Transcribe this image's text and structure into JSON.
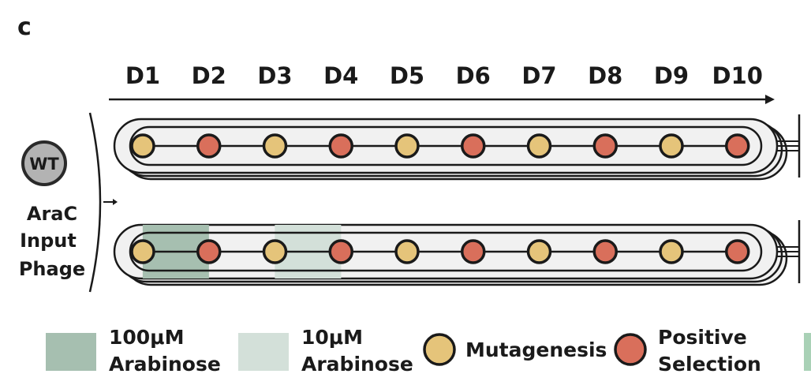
{
  "panel_label": "c",
  "days": [
    "D1",
    "D2",
    "D3",
    "D4",
    "D5",
    "D6",
    "D7",
    "D8",
    "D9",
    "D10"
  ],
  "input": {
    "badge": "WT",
    "label_lines": [
      "AraC",
      "Input",
      "Phage"
    ]
  },
  "lanes": [
    {
      "nodes": [
        "mutagenesis",
        "positive",
        "mutagenesis",
        "positive",
        "mutagenesis",
        "positive",
        "mutagenesis",
        "positive",
        "mutagenesis",
        "positive"
      ],
      "shading": []
    },
    {
      "nodes": [
        "mutagenesis",
        "positive",
        "mutagenesis",
        "positive",
        "mutagenesis",
        "positive",
        "mutagenesis",
        "positive",
        "mutagenesis",
        "positive"
      ],
      "shading": [
        {
          "from_day": "D1",
          "to_day": "D2",
          "condition": "high"
        },
        {
          "from_day": "D3",
          "to_day": "D4",
          "condition": "low"
        }
      ]
    }
  ],
  "legend": {
    "high_arabinose": {
      "line1": "100μM",
      "line2": "Arabinose",
      "color": "#a6bfb0"
    },
    "low_arabinose": {
      "line1": "10μM",
      "line2": "Arabinose",
      "color": "#d3e0d9"
    },
    "mutagenesis": {
      "label": "Mutagenesis",
      "color": "#e5c47a"
    },
    "positive_selection": {
      "line1": "Positive",
      "line2": "Selection",
      "color": "#d96f5b"
    }
  },
  "colors": {
    "lane_fill": "#f1f1f1",
    "lane_stroke": "#1a1a1a",
    "wt_fill": "#b3b3b3",
    "edge_strip": "#a9d1b6"
  }
}
